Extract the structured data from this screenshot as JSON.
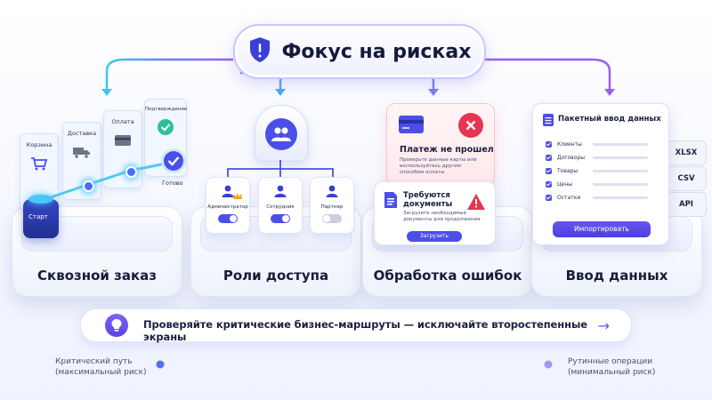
{
  "title": "Фокус на рисках",
  "pillars": [
    {
      "label": "Сквозной заказ"
    },
    {
      "label": "Роли доступа"
    },
    {
      "label": "Обработка ошибок"
    },
    {
      "label": "Ввод данных"
    }
  ],
  "order_flow": {
    "steps": [
      "Корзина",
      "Доставка",
      "Оплата",
      "Подтверждение"
    ],
    "start": "Старт",
    "done": "Готово"
  },
  "roles": [
    "Администратор",
    "Сотрудник",
    "Партнер"
  ],
  "errors": {
    "payment_title": "Платеж не прошел",
    "payment_text": "Проверьте данные карты или воспользуйтесь другим способом оплаты",
    "docs_title": "Требуются документы",
    "docs_text": "Загрузите необходимые документы для продолжения",
    "upload_button": "Загрузить"
  },
  "data_entry": {
    "title": "Пакетный ввод данных",
    "rows": [
      "Клиенты",
      "Договоры",
      "Товары",
      "Цены",
      "Остатки"
    ],
    "formats": [
      "XLSX",
      "CSV",
      "API"
    ],
    "import_button": "Импортировать"
  },
  "hint": "Проверяйте критические бизнес-маршруты — исключайте второстепенные экраны",
  "scale": {
    "left_line1": "Критический путь",
    "left_line2": "(максимальный риск)",
    "right_line1": "Рутинные операции",
    "right_line2": "(минимальный риск)"
  },
  "colors": {
    "accent": "#4b4fe8",
    "cyan": "#3ec7f0",
    "violet": "#8a5cf0",
    "danger": "#e5354f"
  }
}
